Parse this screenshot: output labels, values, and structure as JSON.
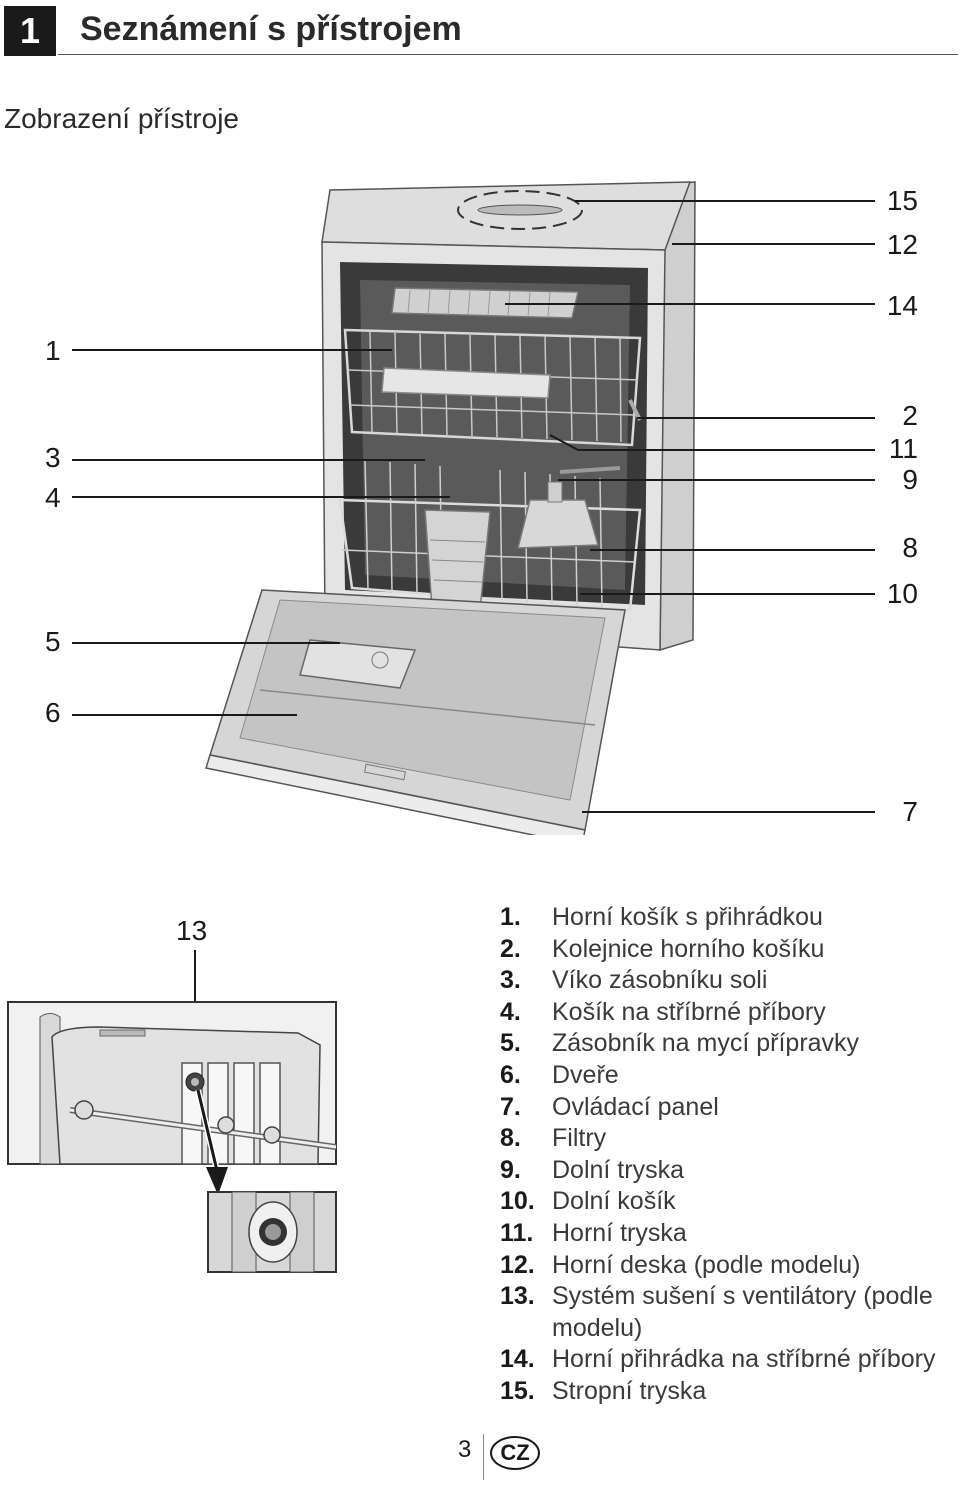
{
  "header": {
    "chapter_number": "1",
    "chapter_title": "Seznámení s přístrojem"
  },
  "section_title": "Zobrazení přístroje",
  "callouts": {
    "c1": "1",
    "c3": "3",
    "c4": "4",
    "c5": "5",
    "c6": "6",
    "c15": "15",
    "c12": "12",
    "c14": "14",
    "c2": "2",
    "c11": "11",
    "c9": "9",
    "c8": "8",
    "c10": "10",
    "c7": "7",
    "c13": "13"
  },
  "legend": [
    {
      "num": "1.",
      "text": "Horní košík s přihrádkou"
    },
    {
      "num": "2.",
      "text": "Kolejnice horního košíku"
    },
    {
      "num": "3.",
      "text": "Víko zásobníku soli"
    },
    {
      "num": "4.",
      "text": "Košík na stříbrné příbory"
    },
    {
      "num": "5.",
      "text": "Zásobník na mycí přípravky"
    },
    {
      "num": "6.",
      "text": "Dveře"
    },
    {
      "num": "7.",
      "text": "Ovládací panel"
    },
    {
      "num": "8.",
      "text": "Filtry"
    },
    {
      "num": "9.",
      "text": "Dolní tryska"
    },
    {
      "num": "10.",
      "text": "Dolní košík"
    },
    {
      "num": "11.",
      "text": "Horní tryska"
    },
    {
      "num": "12.",
      "text": "Horní deska (podle modelu)"
    },
    {
      "num": "13.",
      "text": "Systém sušení s ventilátory (podle modelu)"
    },
    {
      "num": "14.",
      "text": "Horní přihrádka na stříbrné příbory"
    },
    {
      "num": "15.",
      "text": "Stropní tryska"
    }
  ],
  "footer": {
    "page_number": "3",
    "country_code": "CZ"
  }
}
